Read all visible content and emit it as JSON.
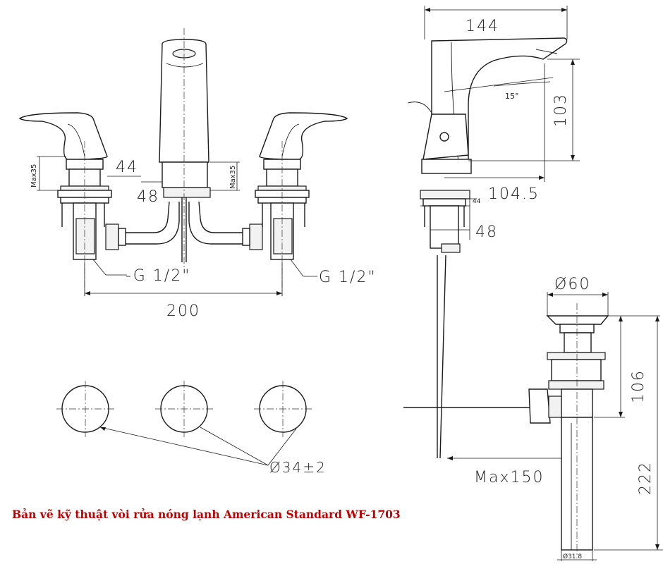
{
  "caption": "Bản vẽ kỹ thuật vòi rửa nóng lạnh American Standard WF-1703",
  "front_view": {
    "dim_44": "44",
    "dim_48": "48",
    "dim_max35_left": "Max35",
    "dim_max35_right": "Max35",
    "thread_left": "-G 1/2\"",
    "thread_right": "G 1/2\"",
    "dim_200": "200"
  },
  "holes_view": {
    "hole_diameter": "Ø34±2"
  },
  "side_view": {
    "dim_144": "144",
    "dim_103": "103",
    "angle_15": "15°",
    "dim_104_5": "104.5",
    "dim_44_small": "44",
    "dim_48": "48",
    "dim_max150": "Max150"
  },
  "drain_view": {
    "dim_d60": "Ø60",
    "dim_106": "106",
    "dim_222": "222",
    "dim_d31_8": "Ø31.8"
  }
}
